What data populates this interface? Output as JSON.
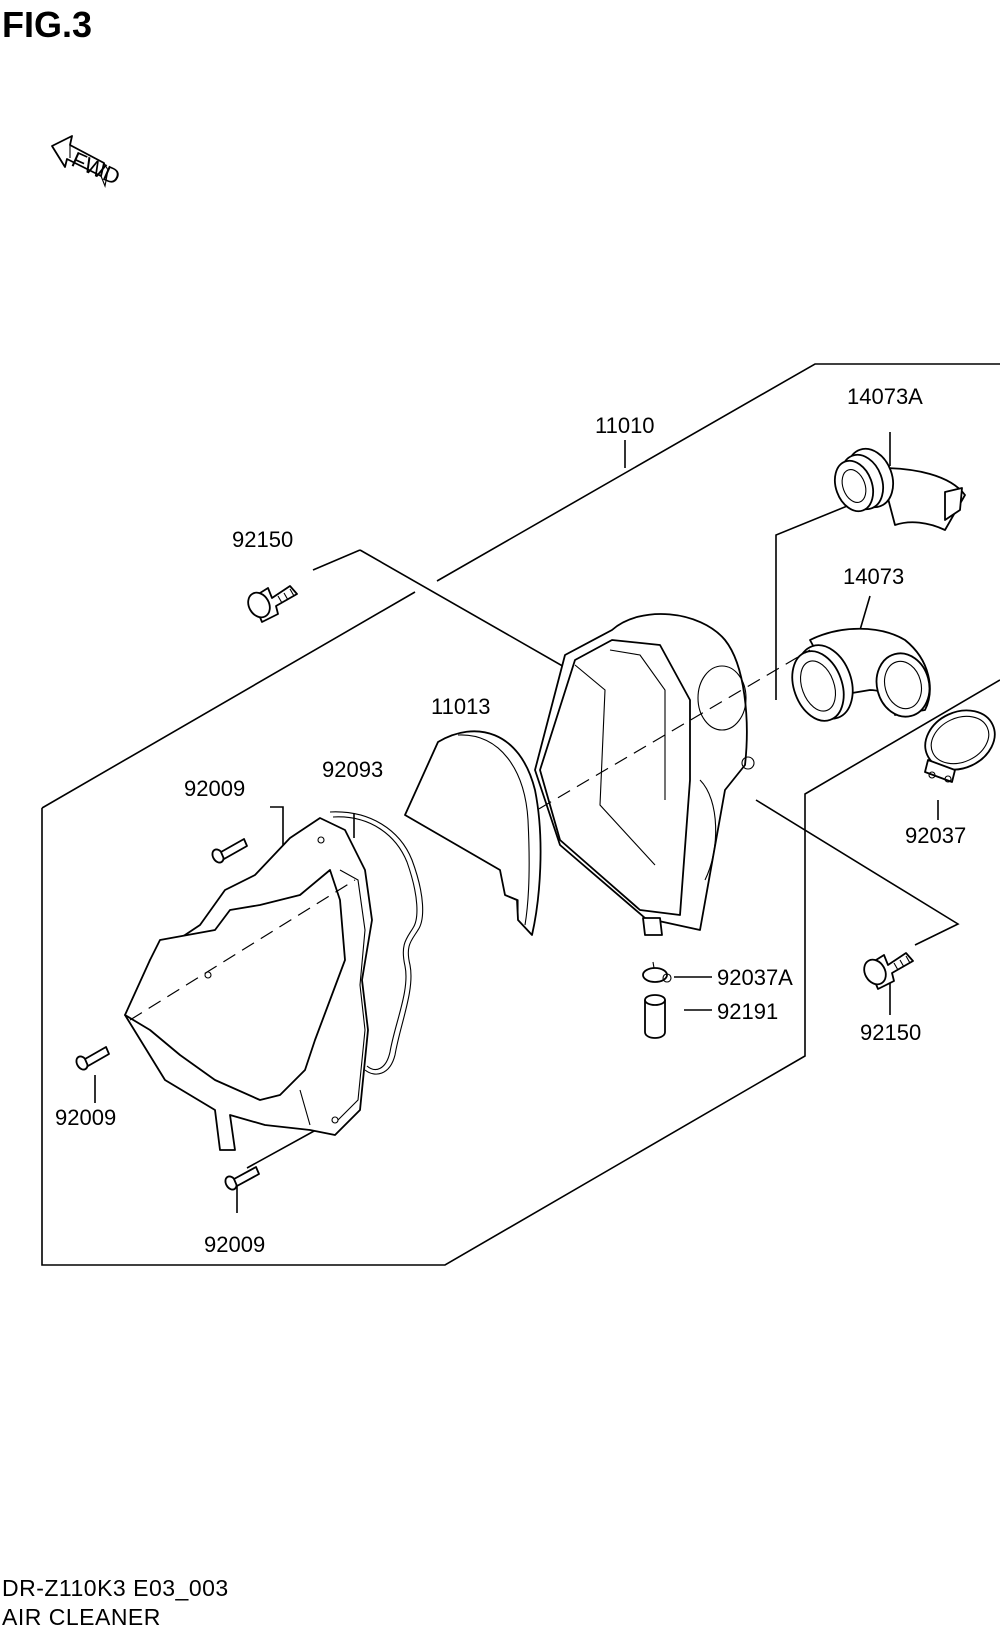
{
  "figure": {
    "title": "FIG.3",
    "fwd_label": "FWD"
  },
  "footer": {
    "model_code": "DR-Z110K3 E03_003",
    "section_name": "AIR CLEANER"
  },
  "callouts": {
    "air_cleaner_assy": "11010",
    "inlet_pipe_a": "14073A",
    "bolt_top": "92150",
    "outlet_pipe": "14073",
    "element": "11013",
    "gasket": "92093",
    "screw_upper": "92009",
    "clamp": "92037",
    "clamp_a": "92037A",
    "drain_cap": "92191",
    "bolt_right": "92150",
    "screw_left": "92009",
    "screw_bottom": "92009"
  }
}
